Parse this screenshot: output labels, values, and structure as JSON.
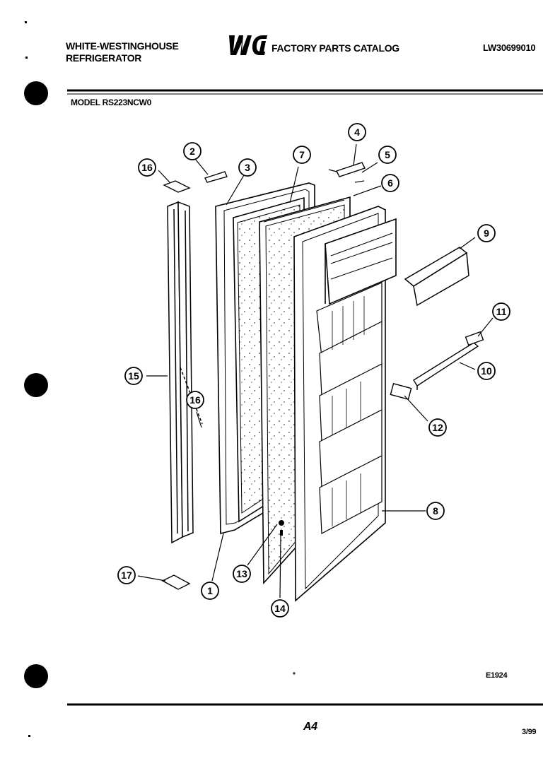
{
  "header": {
    "manufacturer_line1": "WHITE-WESTINGHOUSE",
    "manufacturer_line2": "REFRIGERATOR",
    "catalog_title": "FACTORY PARTS CATALOG",
    "catalog_number": "LW30699010",
    "model": "MODEL RS223NCW0"
  },
  "footer": {
    "diagram_code": "E1924",
    "page": "A4",
    "date": "3/99",
    "mark": "*"
  },
  "callouts": [
    "1",
    "2",
    "3",
    "4",
    "5",
    "6",
    "7",
    "8",
    "9",
    "10",
    "11",
    "12",
    "13",
    "14",
    "15",
    "16",
    "16",
    "17"
  ]
}
